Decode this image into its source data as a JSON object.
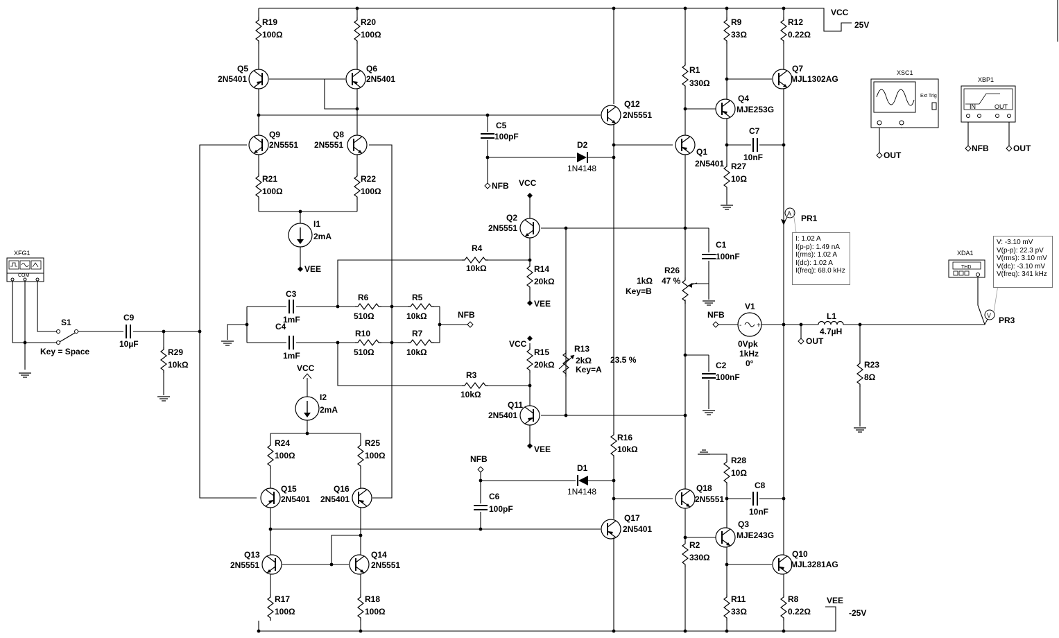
{
  "labels": {
    "rails": {
      "vcc": "VCC",
      "vee": "VEE",
      "vcc_value": "25V",
      "vee_value": "-25V",
      "nfb": "NFB",
      "out": "OUT"
    },
    "resistors": {
      "R19": "100Ω",
      "R20": "100Ω",
      "R21": "100Ω",
      "R22": "100Ω",
      "R24": "100Ω",
      "R25": "100Ω",
      "R17": "100Ω",
      "R18": "100Ω",
      "R9": "33Ω",
      "R12": "0.22Ω",
      "R1": "330Ω",
      "R27": "10Ω",
      "R4": "10kΩ",
      "R14": "20kΩ",
      "R6": "510Ω",
      "R5": "10kΩ",
      "R10": "510Ω",
      "R7": "10kΩ",
      "R29": "10kΩ",
      "R15": "20kΩ",
      "R3": "10kΩ",
      "R16": "10kΩ",
      "R28": "10Ω",
      "R2": "330Ω",
      "R11": "33Ω",
      "R8": "0.22Ω",
      "R23": "8Ω"
    },
    "pots": {
      "R13_name": "R13",
      "R13_value": "2kΩ",
      "R13_key": "Key=A",
      "R13_pct": "23.5 %",
      "R26_name": "R26",
      "R26_value": "1kΩ",
      "R26_pct": "47 %",
      "R26_key": "Key=B"
    },
    "transistors": {
      "Q5": "2N5401",
      "Q6": "2N5401",
      "Q9": "2N5551",
      "Q8": "2N5551",
      "Q12": "2N5551",
      "Q2": "2N5551",
      "Q11": "2N5401",
      "Q15": "2N5401",
      "Q16": "2N5401",
      "Q13": "2N5551",
      "Q14": "2N5551",
      "Q17": "2N5401",
      "Q1": "2N5401",
      "Q4": "MJE253G",
      "Q7": "MJL1302AG",
      "Q18": "2N5551",
      "Q3": "MJE243G",
      "Q10": "MJL3281AG"
    },
    "capacitors": {
      "C5": "100pF",
      "C6": "100pF",
      "C3": "1mF",
      "C4": "1mF",
      "C9": "10µF",
      "C7": "10nF",
      "C8": "10nF",
      "C1": "100nF",
      "C2": "100nF"
    },
    "diodes": {
      "D1": "1N4148",
      "D2": "1N4148"
    },
    "sources": {
      "I1": "2mA",
      "I2": "2mA",
      "V1_line1": "0Vpk",
      "V1_line2": "1kHz",
      "V1_line3": "0°"
    },
    "misc": {
      "L1": "4.7µH",
      "S1": "S1",
      "S1_key": "Key = Space"
    },
    "instruments": {
      "XFG1": "XFG1",
      "XSC1": "XSC1",
      "XBP1": "XBP1",
      "XDA1": "XDA1",
      "PR1": "PR1",
      "PR3": "PR3",
      "ext_trig": "Ext Trig",
      "thd": "THD",
      "in": "IN",
      "out": "OUT",
      "com": "COM"
    }
  },
  "probes": {
    "PR1": [
      "I: 1.02 A",
      "I(p-p): 1.49 nA",
      "I(rms): 1.02 A",
      "I(dc): 1.02 A",
      "I(freq): 68.0 kHz"
    ],
    "PR3": [
      "V: -3.10 mV",
      "V(p-p): 22.3 pV",
      "V(rms): 3.10 mV",
      "V(dc): -3.10 mV",
      "V(freq): 341 kHz"
    ]
  }
}
